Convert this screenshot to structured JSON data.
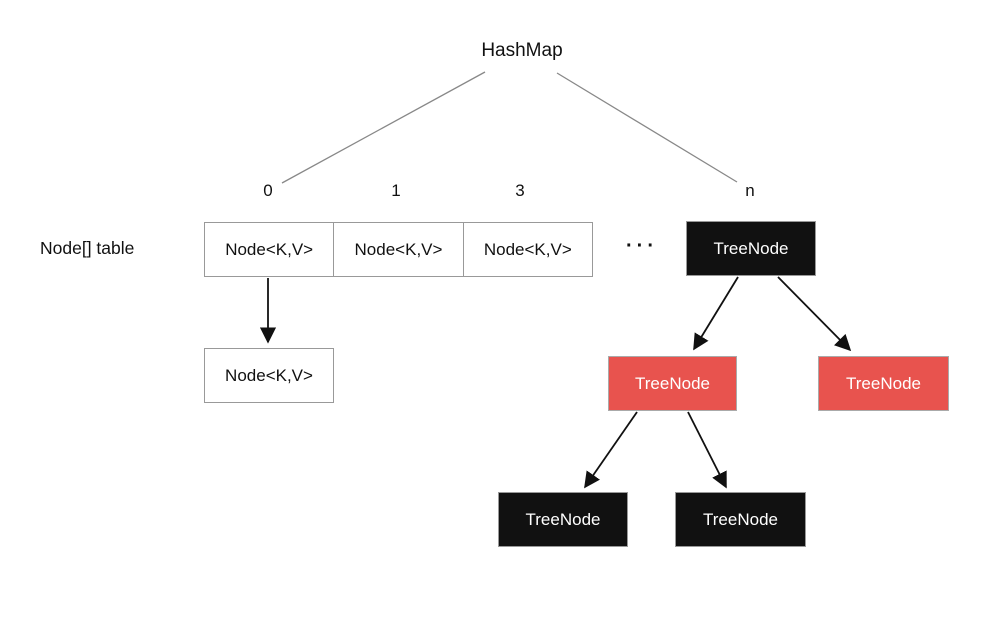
{
  "title": "HashMap",
  "table_label": "Node[] table",
  "indices": [
    "0",
    "1",
    "3",
    "n"
  ],
  "bucket_cells": [
    "Node<K,V>",
    "Node<K,V>",
    "Node<K,V>"
  ],
  "ellipsis": "···",
  "overflow_node": "Node<K,V>",
  "tree": {
    "root": "TreeNode",
    "left": "TreeNode",
    "right": "TreeNode",
    "left_left": "TreeNode",
    "left_right": "TreeNode"
  },
  "colors": {
    "node_black": "#111111",
    "node_red": "#E8534E",
    "line": "#888888",
    "border": "#999999"
  }
}
